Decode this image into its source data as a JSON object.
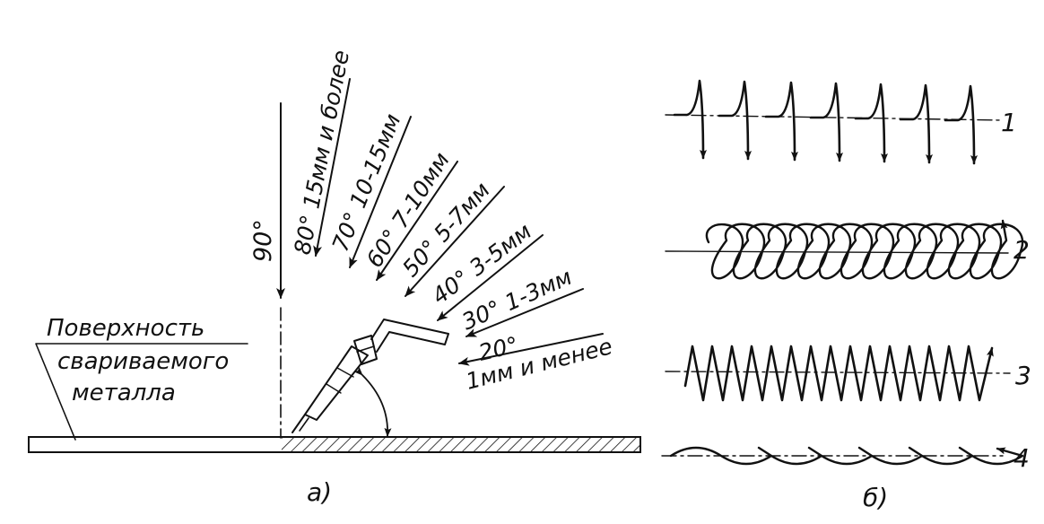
{
  "diagram": {
    "part_a": {
      "caption": "а)",
      "surface_label_line1": "Поверхность",
      "surface_label_line2": "свариваемого",
      "surface_label_line3": "металла",
      "angles": [
        {
          "label": "90°"
        },
        {
          "label": "80° 15мм и более"
        },
        {
          "label": "70° 10-15мм"
        },
        {
          "label": "60° 7-10мм"
        },
        {
          "label": "50° 5-7мм"
        },
        {
          "label": "40° 3-5мм"
        },
        {
          "label": "30° 1-3мм"
        },
        {
          "label": "20°"
        },
        {
          "label": "1мм и менее"
        }
      ]
    },
    "part_b": {
      "caption": "б)",
      "patterns": [
        {
          "number": "1",
          "kind": "hook"
        },
        {
          "number": "2",
          "kind": "loop"
        },
        {
          "number": "3",
          "kind": "zigzag"
        },
        {
          "number": "4",
          "kind": "wave"
        }
      ]
    }
  }
}
